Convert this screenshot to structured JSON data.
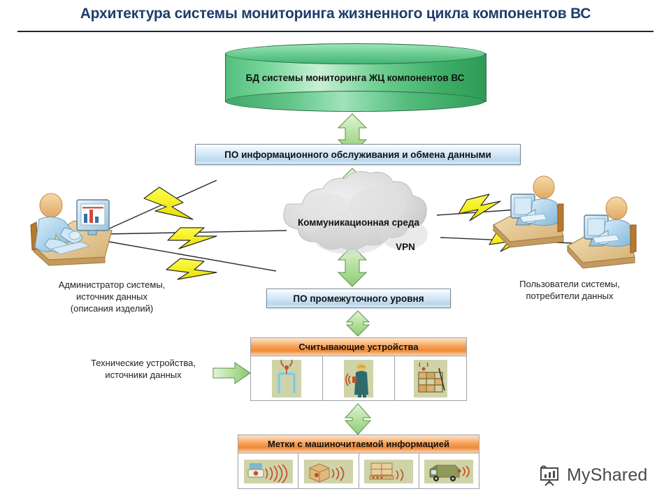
{
  "title": "Архитектура системы мониторинга жизненного цикла компонентов ВС",
  "database": {
    "label": "БД системы мониторинга ЖЦ компонентов ВС",
    "shape": "cylinder",
    "color": "#4cba77"
  },
  "boxes": {
    "info_exchange": "ПО информационного обслуживания и обмена данными",
    "middleware": "ПО промежуточного уровня"
  },
  "cloud": {
    "label": "Коммуникационная среда",
    "vpn": "VPN",
    "color": "#d6d6d6"
  },
  "actors": {
    "admin": "Администратор системы,\nисточник данных\n(описания изделий)",
    "admin_line1": "Администратор системы,",
    "admin_line2": "источник данных",
    "admin_line3": "(описания изделий)",
    "users_line1": "Пользователи системы,",
    "users_line2": "потребители данных",
    "devices_line1": "Технические устройства,",
    "devices_line2": "источники данных"
  },
  "readers": {
    "header": "Считывающие устройства",
    "cells": [
      {
        "icon": "gate-reader-icon",
        "name": "portal-gate-reader"
      },
      {
        "icon": "handheld-reader-icon",
        "name": "handheld-reader-operator"
      },
      {
        "icon": "shelf-reader-icon",
        "name": "warehouse-rack-reader"
      }
    ]
  },
  "tags": {
    "header": "Метки с машиночитаемой информацией",
    "cells": [
      {
        "icon": "rfid-tag-icon",
        "name": "rfid-tag"
      },
      {
        "icon": "package-tag-icon",
        "name": "tagged-package"
      },
      {
        "icon": "pallet-tag-icon",
        "name": "tagged-pallet"
      },
      {
        "icon": "truck-tag-icon",
        "name": "tagged-truck"
      }
    ]
  },
  "watermark": {
    "text": "MyShared",
    "icon": "presentation-chart-icon"
  },
  "arrows": {
    "vertical_double_count": 4,
    "color": "#9bd48a",
    "device_arrow_direction": "right"
  },
  "colors": {
    "title": "#1F3C6E",
    "box_blue": "#cfe5f4",
    "panel_orange": "#ef8a35",
    "arrow_green": "#9bd48a",
    "lightning_yellow": "#f9f000",
    "icon_bg": "#cfd3a8"
  }
}
